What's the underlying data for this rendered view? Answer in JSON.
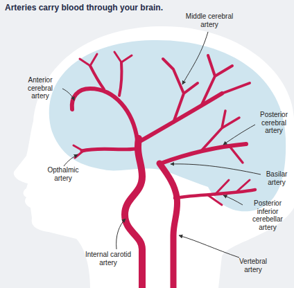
{
  "diagram": {
    "title": "Arteries carry blood through your brain.",
    "labels": [
      "Middle cerebral artery",
      "Anterior cerebral artery",
      "Posterior cerebral artery",
      "Opthalmic artery",
      "Basilar artery",
      "Posterior inferior cerebellar artery",
      "Internal carotid artery",
      "Vertebral artery"
    ]
  }
}
